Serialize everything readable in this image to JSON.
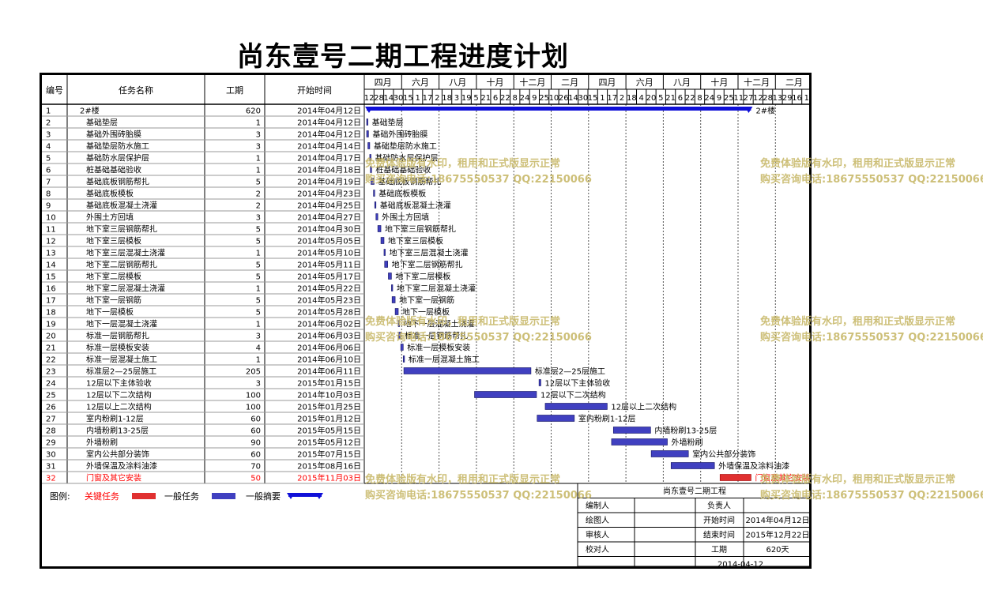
{
  "title": "尚东壹号二期工程进度计划",
  "columns": {
    "id": "编号",
    "name": "任务名称",
    "duration": "工期",
    "start": "开始时间"
  },
  "timescale": {
    "top": [
      "四月",
      "六月",
      "八月",
      "十月",
      "十二月",
      "二月",
      "四月",
      "六月",
      "八月",
      "十月",
      "十二月",
      "二月"
    ],
    "bottom": [
      "12",
      "28",
      "14",
      "30",
      "15",
      "1",
      "17",
      "2",
      "18",
      "3",
      "19",
      "5",
      "21",
      "6",
      "22",
      "8",
      "24",
      "9",
      "25",
      "10",
      "26",
      "14",
      "30",
      "15",
      "1",
      "17",
      "2",
      "18",
      "4",
      "20",
      "5",
      "21",
      "6",
      "22",
      "8",
      "24",
      "9",
      "25",
      "11",
      "27",
      "12",
      "28",
      "13",
      "29",
      "16",
      "1"
    ]
  },
  "legend": {
    "label": "图例:",
    "critical": "关键任务",
    "normal": "一般任务",
    "summary": "一般摘要"
  },
  "info": {
    "project": "尚东壹号二期工程",
    "editor_label": "编制人",
    "editor": "",
    "owner_label": "负责人",
    "owner": "",
    "drawer_label": "绘图人",
    "start_label": "开始时间",
    "start": "2014年04月12日",
    "reviewer_label": "审核人",
    "end_label": "结束时间",
    "end": "2015年12月22日",
    "checker_label": "校对人",
    "duration_label": "工期",
    "duration": "620天",
    "date": "2014-04-12"
  },
  "watermark": {
    "line1": "免费体验版有水印，租用和正式版显示正常",
    "line2": "购买咨询电话:18675550537 QQ:22150066"
  },
  "colors": {
    "critical": "#e03030",
    "normal": "#4040c0",
    "summary": "#1010d8",
    "critical_text": "#ff0000",
    "watermark": "#c8b96a"
  },
  "chart_data": {
    "type": "gantt",
    "project_start": "2014-04-12",
    "project_end": "2015-12-22",
    "tasks": [
      {
        "id": "1",
        "name": "2#楼",
        "duration": 620,
        "start": "2014年04月12日",
        "start_date": "2014-04-12",
        "kind": "summary"
      },
      {
        "id": "2",
        "name": "基础垫层",
        "duration": 1,
        "start": "2014年04月12日",
        "start_date": "2014-04-12",
        "kind": "normal"
      },
      {
        "id": "3",
        "name": "基础外围砖胎膜",
        "duration": 3,
        "start": "2014年04月12日",
        "start_date": "2014-04-12",
        "kind": "normal"
      },
      {
        "id": "4",
        "name": "基础垫层防水施工",
        "duration": 3,
        "start": "2014年04月14日",
        "start_date": "2014-04-14",
        "kind": "normal"
      },
      {
        "id": "5",
        "name": "基础防水层保护层",
        "duration": 1,
        "start": "2014年04月17日",
        "start_date": "2014-04-17",
        "kind": "normal"
      },
      {
        "id": "6",
        "name": "桩基础基础验收",
        "duration": 1,
        "start": "2014年04月18日",
        "start_date": "2014-04-18",
        "kind": "normal"
      },
      {
        "id": "7",
        "name": "基础底板钢筋帮扎",
        "duration": 5,
        "start": "2014年04月19日",
        "start_date": "2014-04-19",
        "kind": "normal"
      },
      {
        "id": "8",
        "name": "基础底板模板",
        "duration": 2,
        "start": "2014年04月23日",
        "start_date": "2014-04-23",
        "kind": "normal"
      },
      {
        "id": "9",
        "name": "基础底板混凝土浇灌",
        "duration": 2,
        "start": "2014年04月25日",
        "start_date": "2014-04-25",
        "kind": "normal"
      },
      {
        "id": "10",
        "name": "外围土方回填",
        "duration": 3,
        "start": "2014年04月27日",
        "start_date": "2014-04-27",
        "kind": "normal"
      },
      {
        "id": "11",
        "name": "地下室三层钢筋帮扎",
        "duration": 5,
        "start": "2014年04月30日",
        "start_date": "2014-04-30",
        "kind": "normal"
      },
      {
        "id": "12",
        "name": "地下室三层模板",
        "duration": 5,
        "start": "2014年05月05日",
        "start_date": "2014-05-05",
        "kind": "normal"
      },
      {
        "id": "13",
        "name": "地下室三层混凝土浇灌",
        "duration": 1,
        "start": "2014年05月10日",
        "start_date": "2014-05-10",
        "kind": "normal"
      },
      {
        "id": "14",
        "name": "地下室二层钢筋帮扎",
        "duration": 5,
        "start": "2014年05月11日",
        "start_date": "2014-05-11",
        "kind": "normal"
      },
      {
        "id": "15",
        "name": "地下室二层模板",
        "duration": 5,
        "start": "2014年05月17日",
        "start_date": "2014-05-17",
        "kind": "normal"
      },
      {
        "id": "16",
        "name": "地下室二层混凝土浇灌",
        "duration": 1,
        "start": "2014年05月22日",
        "start_date": "2014-05-22",
        "kind": "normal"
      },
      {
        "id": "17",
        "name": "地下室一层钢筋",
        "duration": 5,
        "start": "2014年05月23日",
        "start_date": "2014-05-23",
        "kind": "normal"
      },
      {
        "id": "18",
        "name": "地下一层模板",
        "duration": 5,
        "start": "2014年05月28日",
        "start_date": "2014-05-28",
        "kind": "normal"
      },
      {
        "id": "19",
        "name": "地下一层混凝土浇灌",
        "duration": 1,
        "start": "2014年06月02日",
        "start_date": "2014-06-02",
        "kind": "normal"
      },
      {
        "id": "20",
        "name": "标准一层钢筋帮扎",
        "duration": 3,
        "start": "2014年06月03日",
        "start_date": "2014-06-03",
        "kind": "normal"
      },
      {
        "id": "21",
        "name": "标准一层模板安装",
        "duration": 4,
        "start": "2014年06月06日",
        "start_date": "2014-06-06",
        "kind": "normal"
      },
      {
        "id": "22",
        "name": "标准一层混凝土施工",
        "duration": 1,
        "start": "2014年06月10日",
        "start_date": "2014-06-10",
        "kind": "normal"
      },
      {
        "id": "23",
        "name": "标准层2—25层施工",
        "duration": 205,
        "start": "2014年06月11日",
        "start_date": "2014-06-11",
        "kind": "normal"
      },
      {
        "id": "24",
        "name": "12层以下主体验收",
        "duration": 3,
        "start": "2015年01月15日",
        "start_date": "2015-01-15",
        "kind": "normal"
      },
      {
        "id": "25",
        "name": "12层以下二次结构",
        "duration": 100,
        "start": "2014年10月03日",
        "start_date": "2014-10-03",
        "kind": "normal"
      },
      {
        "id": "26",
        "name": "12层以上二次结构",
        "duration": 100,
        "start": "2015年01月25日",
        "start_date": "2015-01-25",
        "kind": "normal"
      },
      {
        "id": "27",
        "name": "室内粉刷1-12层",
        "duration": 60,
        "start": "2015年01月12日",
        "start_date": "2015-01-12",
        "kind": "normal"
      },
      {
        "id": "28",
        "name": "内墙粉刷13-25层",
        "duration": 60,
        "start": "2015年05月15日",
        "start_date": "2015-05-15",
        "kind": "normal"
      },
      {
        "id": "29",
        "name": "外墙粉刷",
        "duration": 90,
        "start": "2015年05月12日",
        "start_date": "2015-05-12",
        "kind": "normal"
      },
      {
        "id": "30",
        "name": "室内公共部分装饰",
        "duration": 60,
        "start": "2015年07月15日",
        "start_date": "2015-07-15",
        "kind": "normal"
      },
      {
        "id": "31",
        "name": "外墙保温及涂料油漆",
        "duration": 70,
        "start": "2015年08月16日",
        "start_date": "2015-08-16",
        "kind": "normal"
      },
      {
        "id": "32",
        "name": "门窗及其它安装",
        "duration": 50,
        "start": "2015年11月03日",
        "start_date": "2015-11-03",
        "kind": "critical"
      }
    ]
  }
}
